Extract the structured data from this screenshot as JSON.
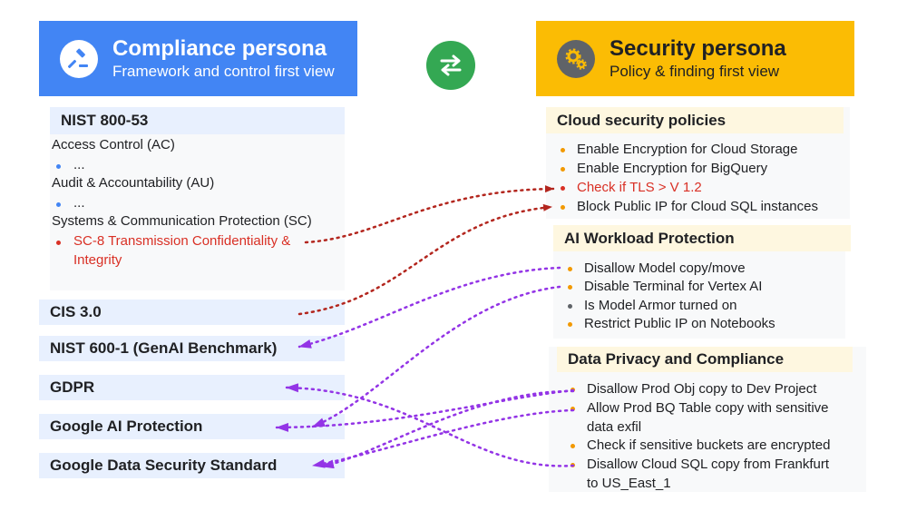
{
  "compliance": {
    "title": "Compliance persona",
    "subtitle": "Framework and control first view",
    "icon": "gavel-icon",
    "nist": {
      "heading": "NIST 800-53",
      "items": {
        "ac": "Access Control (AC)",
        "ac_sub": "...",
        "au": "Audit & Accountability (AU)",
        "au_sub": "...",
        "sc": "Systems & Communication Protection (SC)",
        "sc8_line1": "SC-8 Transmission Confidentiality &",
        "sc8_line2": "Integrity"
      }
    },
    "frameworks": [
      "CIS 3.0",
      "NIST 600-1 (GenAI Benchmark)",
      "GDPR",
      "Google AI Protection",
      "Google Data Security Standard"
    ]
  },
  "security": {
    "title": "Security persona",
    "subtitle": "Policy & finding first view",
    "icon": "gears-icon",
    "cloud": {
      "heading": "Cloud security policies",
      "items": [
        "Enable Encryption for Cloud Storage",
        "Enable Encryption for BigQuery",
        "Check if TLS > V 1.2",
        "Block Public IP for Cloud SQL instances"
      ]
    },
    "ai": {
      "heading": "AI Workload Protection",
      "items": [
        "Disallow Model copy/move",
        "Disable Terminal for Vertex AI",
        "Is Model Armor turned on",
        "Restrict Public IP on Notebooks"
      ]
    },
    "privacy": {
      "heading": "Data Privacy and Compliance",
      "items": {
        "i1": "Disallow Prod Obj copy to Dev Project",
        "i2_line1": "Allow Prod BQ Table copy with sensitive",
        "i2_line2": "data exfil",
        "i3": "Check if sensitive buckets are encrypted",
        "i4_line1": "Disallow Cloud SQL copy from Frankfurt",
        "i4_line2": "to US_East_1"
      }
    }
  },
  "swap_icon": "swap-arrows-icon",
  "colors": {
    "blue": "#4285f4",
    "yellow": "#fbbc04",
    "green": "#34a853",
    "red_link": "#b3261e",
    "purple_link": "#9334e6",
    "red_text": "#d93025"
  }
}
